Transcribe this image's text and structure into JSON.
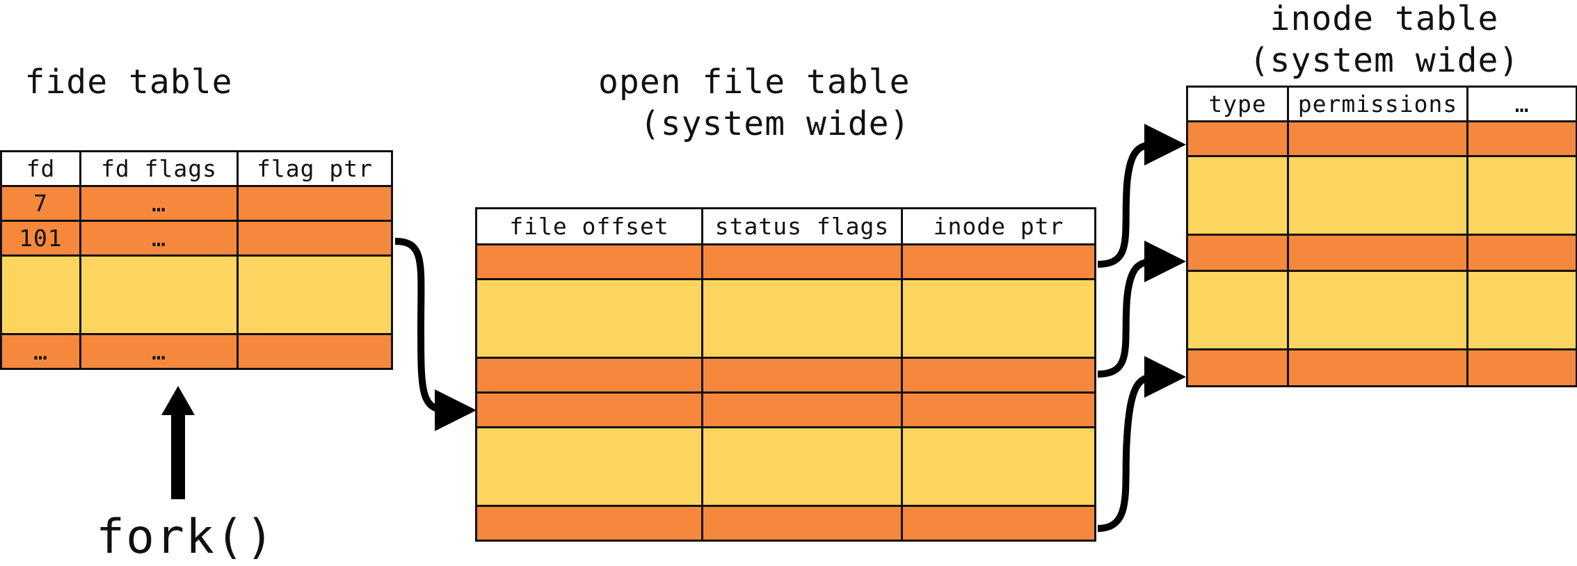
{
  "fd_table": {
    "title": "fide table",
    "headers": [
      "fd",
      "fd flags",
      "flag ptr"
    ],
    "rows": [
      {
        "cells": [
          "7",
          "…",
          ""
        ]
      },
      {
        "cells": [
          "101",
          "…",
          ""
        ]
      },
      {
        "cells": [
          "",
          "",
          ""
        ]
      },
      {
        "cells": [
          "…",
          "…",
          ""
        ]
      }
    ]
  },
  "open_file_table": {
    "title": "open file table\n  (system wide)",
    "headers": [
      "file offset",
      "status flags",
      "inode ptr"
    ]
  },
  "inode_table": {
    "title": "inode table\n(system wide)",
    "headers": [
      "type",
      "permissions",
      "…"
    ]
  },
  "fork_label": "fork()",
  "colors": {
    "entry": "#f5883d",
    "empty": "#fcd55f",
    "border": "#111111",
    "arrow": "#000000"
  }
}
